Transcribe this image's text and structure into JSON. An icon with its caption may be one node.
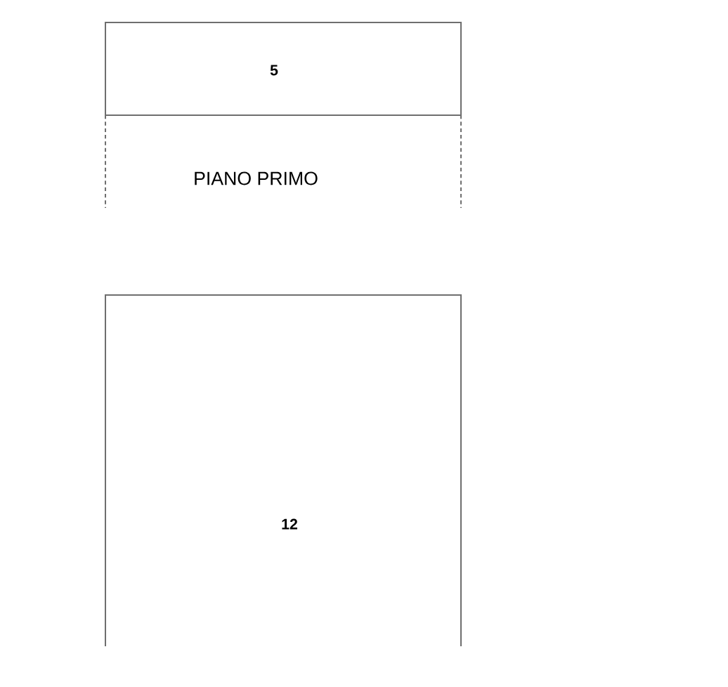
{
  "diagram": {
    "nodes": [
      {
        "text": [
          "5"
        ]
      },
      {
        "text": [
          "12"
        ]
      }
    ],
    "labels": [
      "PIANO PRIMO"
    ]
  }
}
